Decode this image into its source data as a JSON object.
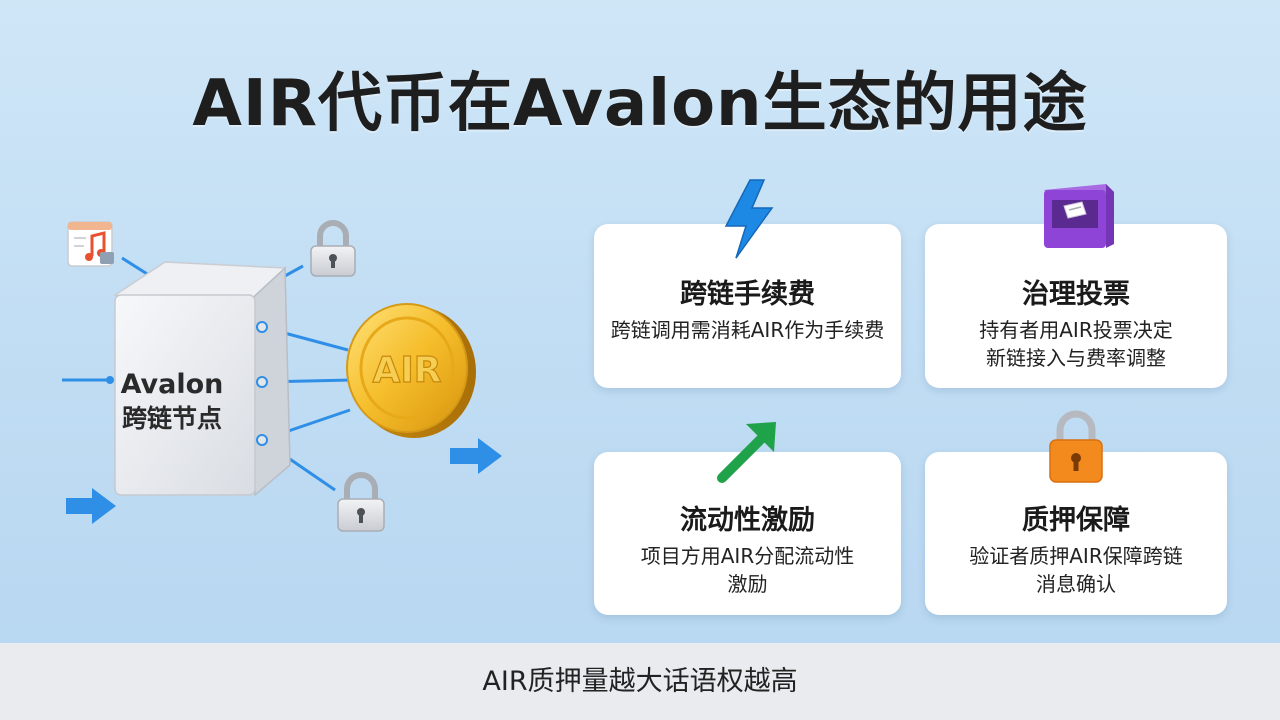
{
  "title": "AIR代币在Avalon生态的用途",
  "node": {
    "line1": "Avalon",
    "line2": "跨链节点"
  },
  "coin": {
    "label": "AIR",
    "color": "#f2b321"
  },
  "cards": [
    {
      "title": "跨链手续费",
      "desc_lines": [
        "跨链调用需消耗AIR作为手续费"
      ],
      "icon": "lightning-icon",
      "icon_color": "#1e88e5"
    },
    {
      "title": "治理投票",
      "desc_lines": [
        "持有者用AIR投票决定",
        "新链接入与费率调整"
      ],
      "icon": "ballot-box-icon",
      "icon_color": "#8e44d6"
    },
    {
      "title": "流动性激励",
      "desc_lines": [
        "项目方用AIR分配流动性",
        "激励"
      ],
      "icon": "trend-up-arrow-icon",
      "icon_color": "#1fa24a"
    },
    {
      "title": "质押保障",
      "desc_lines": [
        "验证者质押AIR保障跨链",
        "消息确认"
      ],
      "icon": "padlock-icon",
      "icon_color": "#f28a1e"
    }
  ],
  "footer": "AIR质押量越大话语权越高",
  "colors": {
    "background": "#c4dff4",
    "accent_blue": "#2f8fe6",
    "card": "#ffffff",
    "footer_bg": "#e9ebee"
  }
}
